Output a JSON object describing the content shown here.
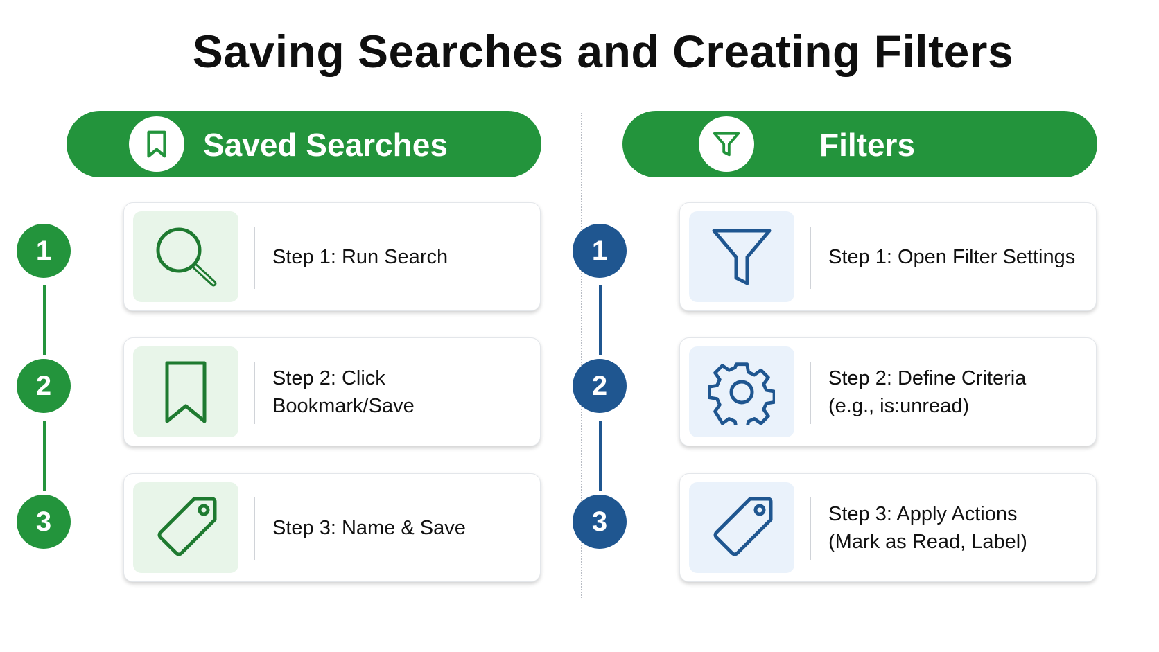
{
  "title": "Saving Searches and Creating Filters",
  "colors": {
    "green": "#23943c",
    "blue": "#1f5690",
    "green_tint": "#e8f5e9",
    "blue_tint": "#eaf2fb"
  },
  "saved_searches": {
    "header": "Saved Searches",
    "header_icon": "bookmark-icon",
    "steps": [
      {
        "number": "1",
        "icon": "search-icon",
        "text": "Step 1: Run Search"
      },
      {
        "number": "2",
        "icon": "bookmark-icon",
        "text": "Step 2: Click Bookmark/Save"
      },
      {
        "number": "3",
        "icon": "tag-icon",
        "text": "Step 3: Name & Save"
      }
    ]
  },
  "filters": {
    "header": "Filters",
    "header_icon": "filter-icon",
    "steps": [
      {
        "number": "1",
        "icon": "filter-icon",
        "text": "Step 1: Open Filter Settings"
      },
      {
        "number": "2",
        "icon": "gear-icon",
        "text": "Step 2: Define Criteria",
        "text2": "(e.g., is:unread)"
      },
      {
        "number": "3",
        "icon": "tag-icon",
        "text": "Step 3: Apply Actions",
        "text2": "(Mark as Read, Label)"
      }
    ]
  }
}
